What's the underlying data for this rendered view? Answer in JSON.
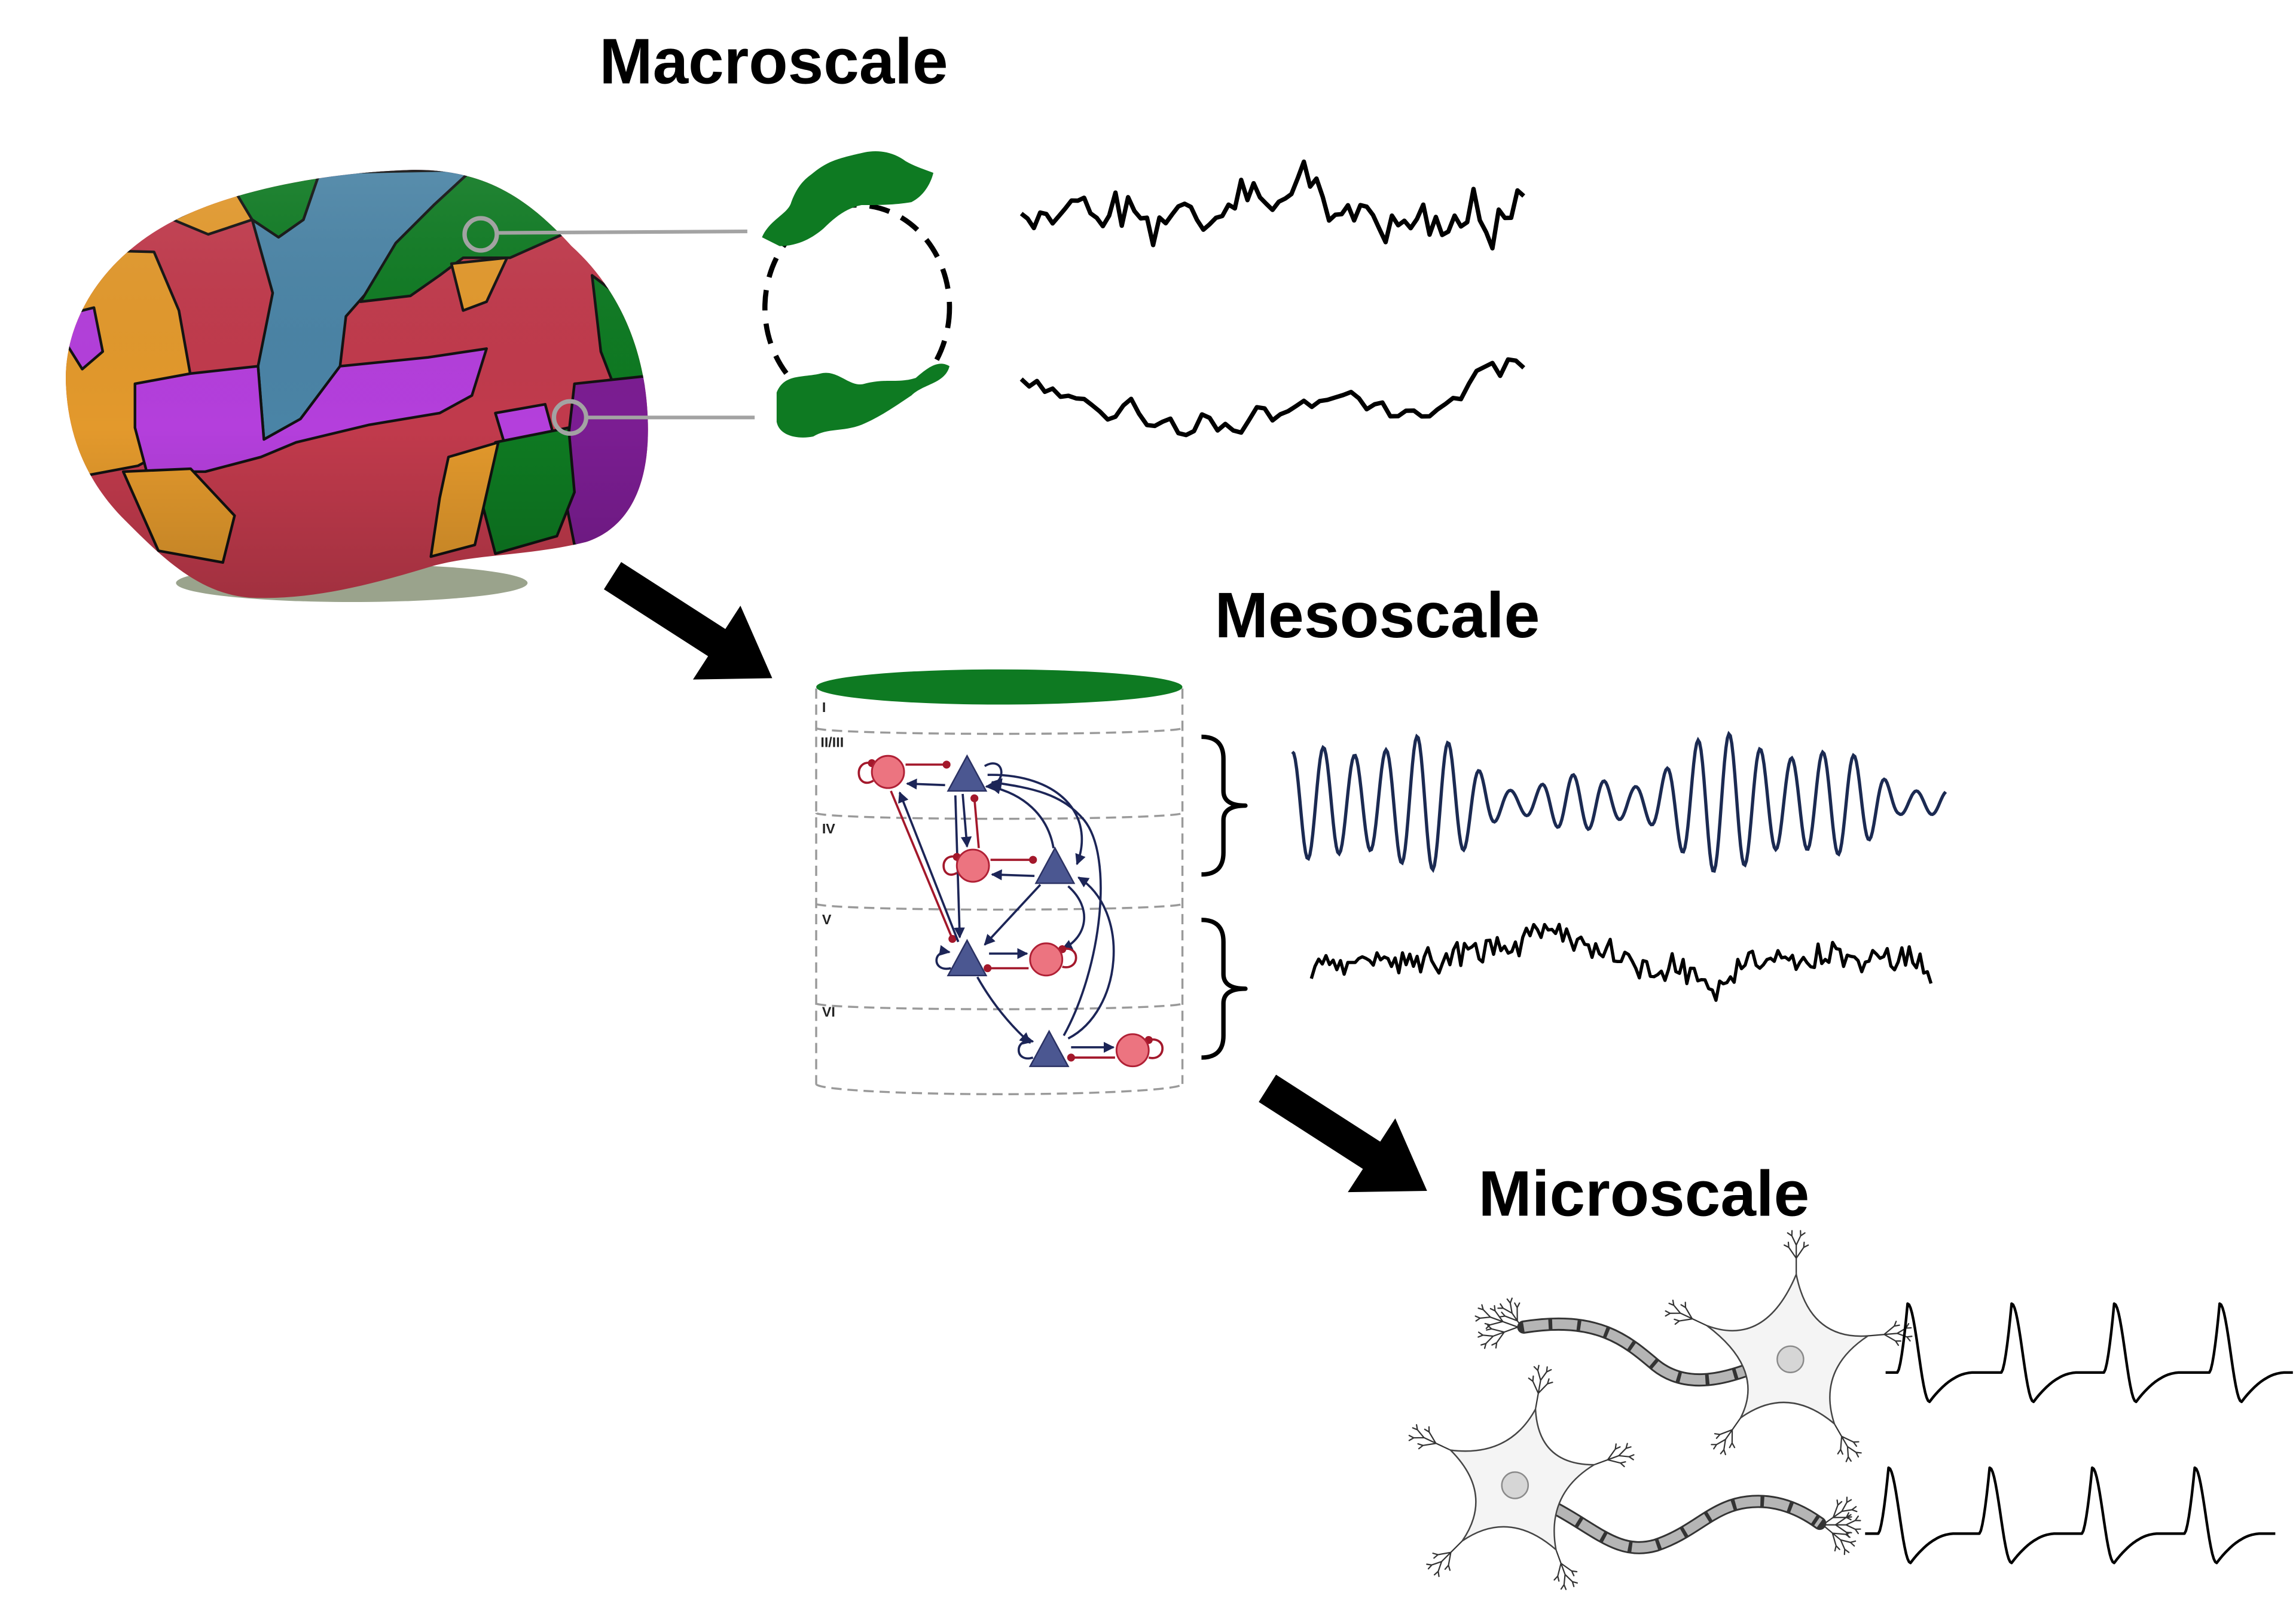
{
  "titles": {
    "macroscale": "Macroscale",
    "mesoscale": "Mesoscale",
    "microscale": "Microscale"
  },
  "cortical_layers": [
    "I",
    "II/III",
    "IV",
    "V",
    "VI"
  ],
  "colors": {
    "region_green": "#0e7a22",
    "region_blue": "#4a84a6",
    "region_magenta": "#b43fdc",
    "region_red": "#c13a4c",
    "region_orange": "#e3992c",
    "region_purple": "#7b1d92",
    "excitatory_neuron": "#4b5791",
    "inhibitory_neuron": "#ec7480",
    "excitatory_connection": "#1c2557",
    "inhibitory_connection": "#a3182b",
    "oscillation_trace": "#1b2a52"
  },
  "icons": {
    "arrows": [
      "arrow-macro-to-meso-icon",
      "arrow-meso-to-micro-icon"
    ],
    "neurons": [
      "pyramidal-neuron-icon",
      "interneuron-icon",
      "myelinated-neuron-icon"
    ]
  }
}
